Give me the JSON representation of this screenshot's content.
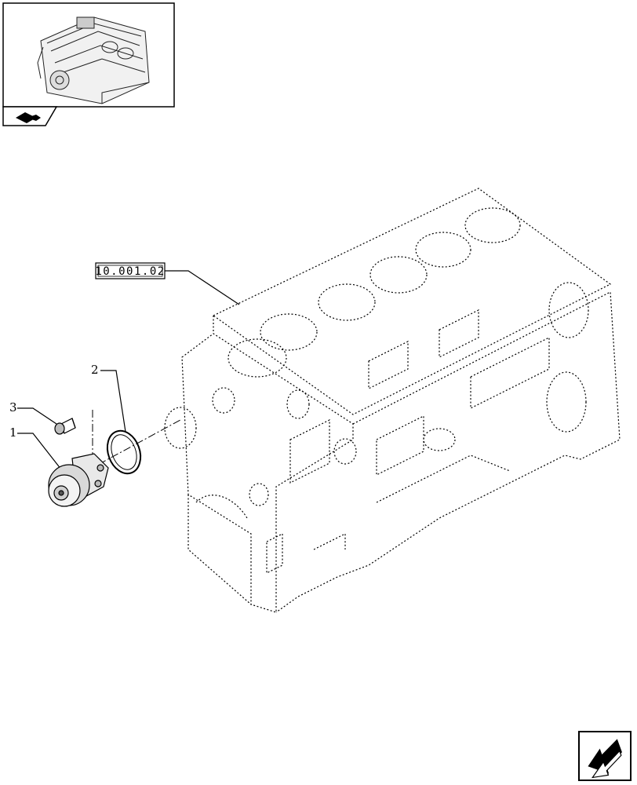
{
  "thumbnail": {
    "icon": "engine-thumbnail-icon"
  },
  "catalog_icon": {
    "icon": "book-icon"
  },
  "reference_box": {
    "label": "10.001.02"
  },
  "callouts": [
    {
      "number": "1",
      "part": "water-pump"
    },
    {
      "number": "2",
      "part": "o-ring"
    },
    {
      "number": "3",
      "part": "bolt"
    }
  ],
  "nav_arrow": {
    "icon": "next-page-arrow-icon"
  },
  "colors": {
    "line": "#000000",
    "background": "#ffffff"
  }
}
